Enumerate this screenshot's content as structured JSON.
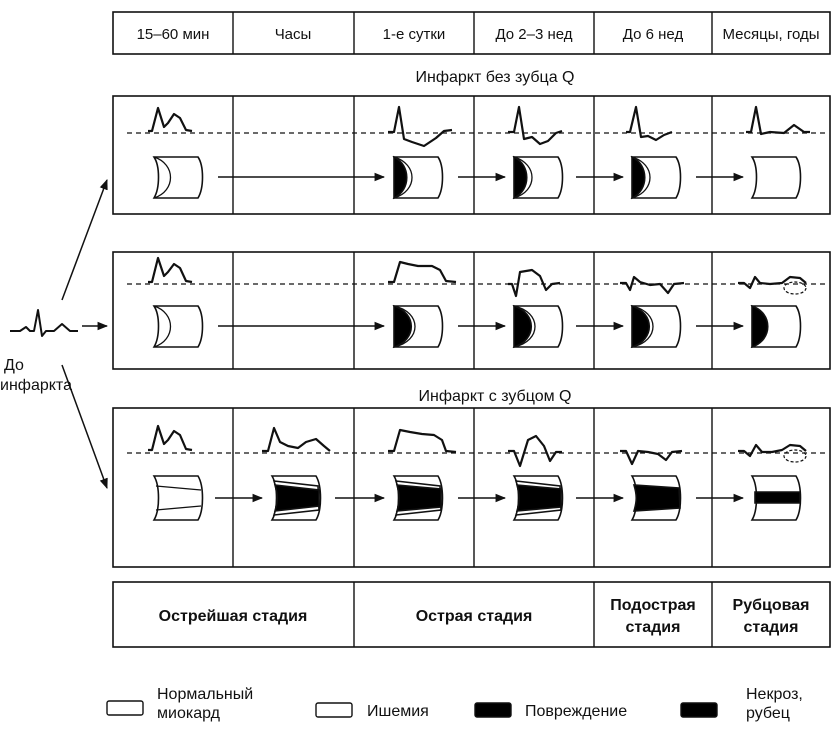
{
  "header_cells": [
    "15–60 мин",
    "Часы",
    "1-е сутки",
    "До 2–3 нед",
    "До 6 нед",
    "Месяцы, годы"
  ],
  "section_titles": {
    "no_q": "Инфаркт без зубца Q",
    "with_q": "Инфаркт с зубцом Q"
  },
  "pre_infarct_label": [
    "До",
    "инфаркта"
  ],
  "stages": [
    {
      "label": [
        "Острейшая стадия"
      ]
    },
    {
      "label": [
        "Острая стадия"
      ]
    },
    {
      "label": [
        "Подострая",
        "стадия"
      ]
    },
    {
      "label": [
        "Рубцовая",
        "стадия"
      ]
    }
  ],
  "legend": [
    {
      "label": [
        "Нормальный",
        "миокард"
      ],
      "fill": "#ffffff"
    },
    {
      "label": [
        "Ишемия"
      ],
      "fill": "#ffffff"
    },
    {
      "label": [
        "Повреждение"
      ],
      "fill": "#000000"
    },
    {
      "label": [
        "Некроз,",
        "рубец"
      ],
      "fill": "#000000"
    }
  ],
  "colors": {
    "line": "#111111",
    "paper": "#ffffff"
  }
}
